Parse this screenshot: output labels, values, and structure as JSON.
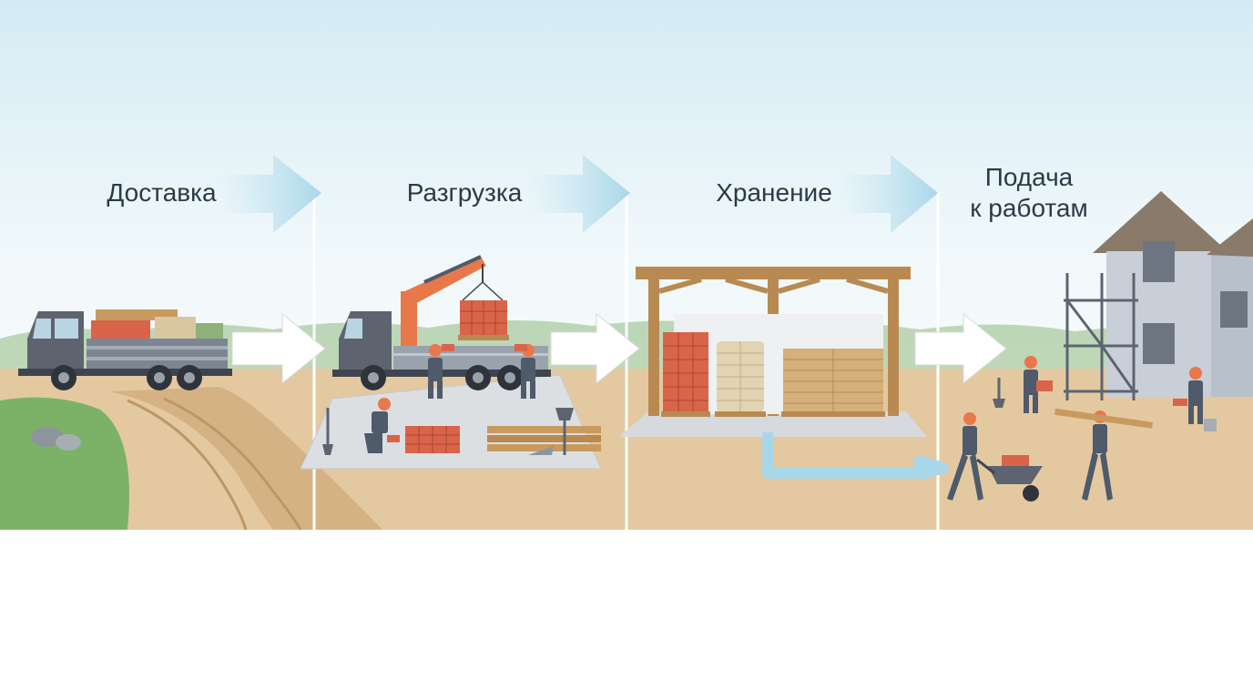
{
  "stages": [
    {
      "label": "Доставка"
    },
    {
      "label": "Разгрузка"
    },
    {
      "label": "Хранение"
    },
    {
      "label": "Подача\nк работам"
    }
  ],
  "colors": {
    "sky_top": "#d9eef5",
    "ground": "#e3c8a0",
    "grass": "#7fb46a",
    "truck": "#5d6470",
    "crane": "#e8784a",
    "brick": "#d9644a",
    "wood": "#b88a52",
    "arrow": "#bde0ee",
    "worker_helmet": "#e8784a",
    "worker_suit": "#4f5a6a",
    "house_wall": "#c8cfd9",
    "house_roof": "#8a7a6a"
  },
  "icons": [
    "truck-icon",
    "crane-icon",
    "shed-icon",
    "house-icon",
    "wheelbarrow-icon",
    "shovel-icon"
  ]
}
